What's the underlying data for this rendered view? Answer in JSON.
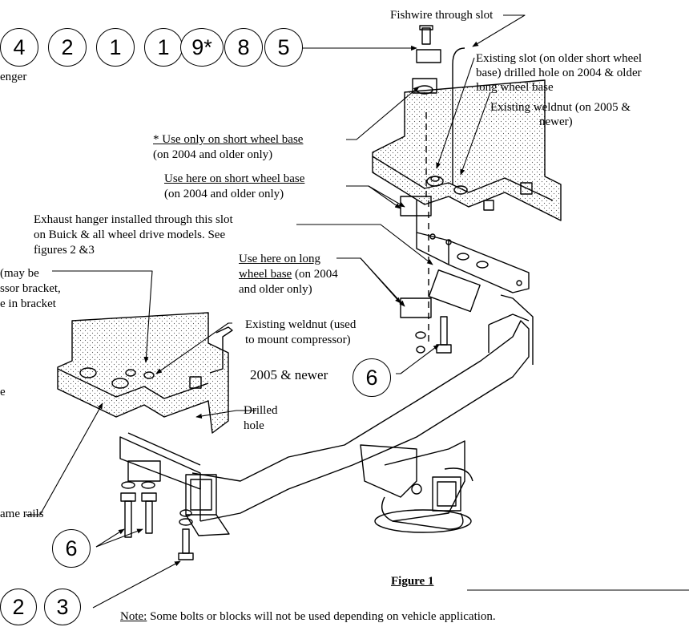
{
  "callouts_top": [
    "4",
    "2",
    "1",
    "1",
    "9*",
    "8",
    "5"
  ],
  "callouts_bottom": [
    "2",
    "3"
  ],
  "callout_right": "6",
  "callout_left": "6",
  "labels": {
    "fishwire": "Fishwire through slot",
    "existing_slot_1": "Existing slot (on older short wheel",
    "existing_slot_2": "base) drilled hole on 2004 & older",
    "existing_slot_3": "long wheel base",
    "weldnut_2005_1": "Existing weldnut (on 2005 &",
    "weldnut_2005_2": "newer)",
    "use_only_short_1": "* Use only on short wheel base",
    "use_only_short_2": "(on 2004 and older only)",
    "use_here_short_1": "Use here on short wheel base",
    "use_here_short_2": "(on 2004 and older only)",
    "exhaust_1": "Exhaust hanger installed through this slot",
    "exhaust_2": "on Buick & all wheel drive models.  See",
    "exhaust_3": "figures 2 &3",
    "use_here_long_1": "Use here on long",
    "use_here_long_2": "wheel base",
    "use_here_long_2b": " (on 2004",
    "use_here_long_3": "and older only)",
    "may_be_1": "(may be",
    "may_be_2": "ssor bracket,",
    "may_be_3": "e in bracket",
    "weldnut_comp_1": "Existing weldnut (used",
    "weldnut_comp_2": "to mount compressor)",
    "newer_2005": "2005 & newer",
    "drilled_1": "Drilled",
    "drilled_2": "hole",
    "frame_rails": "ame rails",
    "enger": "enger",
    "e_frag": "e",
    "figure": "Figure 1",
    "note_label": "Note:",
    "note_text": "  Some bolts or blocks will not be used depending on vehicle application."
  }
}
